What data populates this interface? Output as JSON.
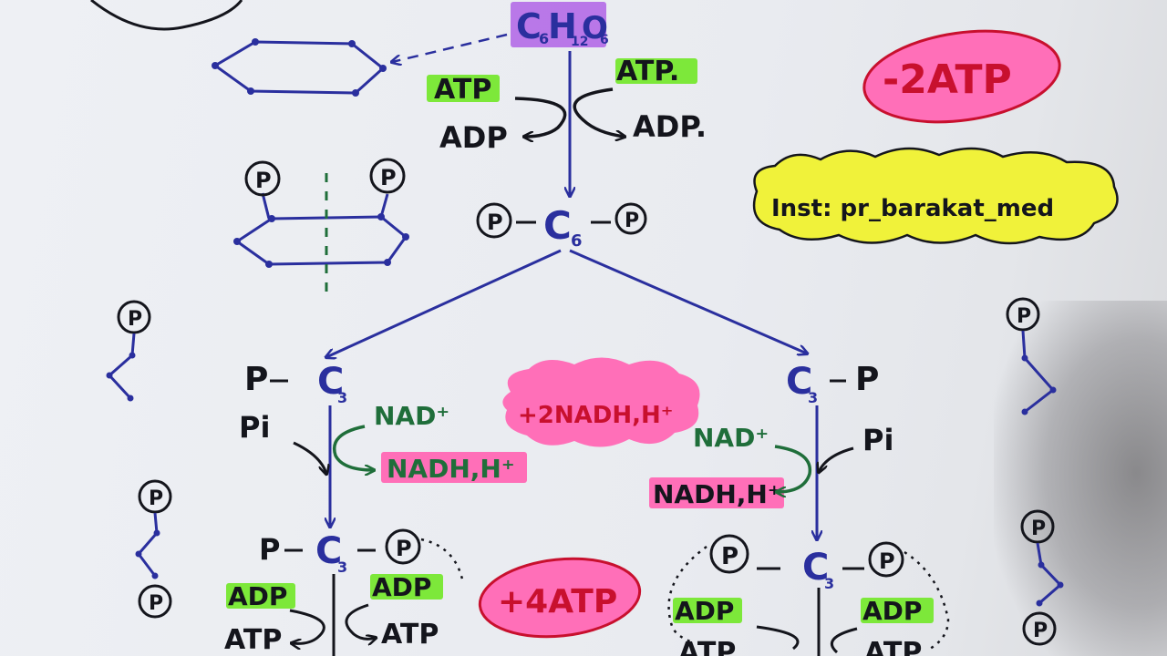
{
  "glucose": {
    "c": "C",
    "c_sub": "6",
    "h": "H",
    "h_sub": "12",
    "o": "O",
    "o_sub": "6"
  },
  "phosphorylation": {
    "left_in": "ATP",
    "left_out": "ADP",
    "right_in": "ATP.",
    "right_out": "ADP."
  },
  "fructose_bisphosphate": {
    "p_left": "P",
    "c": "C",
    "c_sub": "6",
    "p_right": "P"
  },
  "triose_left": {
    "p": "P",
    "c": "C",
    "c_sub": "3"
  },
  "triose_right": {
    "c": "C",
    "c_sub": "3",
    "p": "P"
  },
  "oxidation_left": {
    "pi": "Pi",
    "nad": "NAD⁺",
    "nadh": "NADH,H⁺"
  },
  "oxidation_right": {
    "pi": "Pi",
    "nad": "NAD⁺",
    "nadh": "NADH,H⁺"
  },
  "bisphospho_left": {
    "p": "P",
    "c": "C",
    "c_sub": "3",
    "p_circle": "P"
  },
  "bisphospho_right": {
    "p_circle_left": "P",
    "c": "C",
    "c_sub": "3",
    "p_circle_right": "P"
  },
  "substrate_level_left": {
    "left_in": "ADP",
    "left_out": "ATP",
    "right_in": "ADP",
    "right_out": "ATP"
  },
  "substrate_level_right": {
    "left_in": "ADP",
    "left_out": "ATP",
    "right_in": "ADP",
    "right_out": "ATP"
  },
  "badges": {
    "atp_cost": "-2ATP",
    "nadh_gain": "+2NADH,H⁺",
    "atp_gain": "+4ATP",
    "instructor": "Inst: pr_barakat_med"
  },
  "structure_markers": {
    "p": "P"
  },
  "colors": {
    "ink_blue": "#2a2f9e",
    "ink_black": "#14151c",
    "ink_green": "#1f6e3a",
    "highlight_green": "#7de83a",
    "highlight_pink": "#ff6fb8",
    "highlight_yellow": "#f0f23a",
    "highlight_purple": "#b063e6",
    "ink_red": "#c8102e"
  }
}
